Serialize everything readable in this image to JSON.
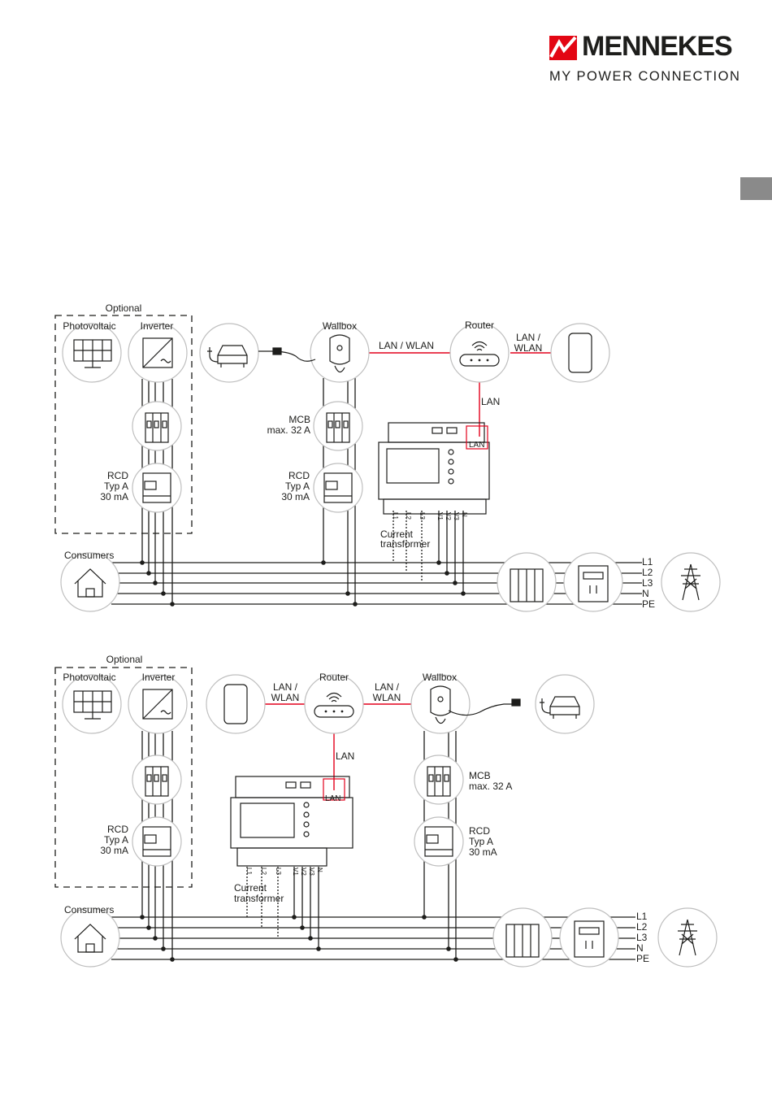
{
  "header": {
    "brand_name": "MENNEKES",
    "tagline": "MY POWER CONNECTION"
  },
  "colors": {
    "accent": "#e30613",
    "line": "#1d1d1b",
    "circle": "#bfbfbf",
    "side_tab": "#8a8a8a",
    "lan_line": "#e3001b"
  },
  "diagram_top": {
    "optional": "Optional",
    "photovoltaic": "Photovoltaic",
    "inverter": "Inverter",
    "wallbox": "Wallbox",
    "router": "Router",
    "lan_wlan_1": "LAN / WLAN",
    "lan_wlan_2a": "LAN /",
    "lan_wlan_2b": "WLAN",
    "lan": "LAN",
    "meter_lan": "LAN",
    "mcb_1": "MCB",
    "mcb_2": "max. 32 A",
    "rcd_left_1": "RCD",
    "rcd_left_2": "Typ A",
    "rcd_left_3": "30 mA",
    "rcd_mid_1": "RCD",
    "rcd_mid_2": "Typ A",
    "rcd_mid_3": "30 mA",
    "ct_1": "Current",
    "ct_2": "transformer",
    "consumers": "Consumers",
    "l1": "L1",
    "l2": "L2",
    "l3": "L3",
    "n": "N",
    "pe": "PE",
    "term_labels": [
      "L1",
      "L2",
      "L3",
      "V1",
      "V2",
      "V3",
      "N"
    ]
  },
  "diagram_bottom": {
    "optional": "Optional",
    "photovoltaic": "Photovoltaic",
    "inverter": "Inverter",
    "router": "Router",
    "wallbox": "Wallbox",
    "lan_wlan_left_a": "LAN /",
    "lan_wlan_left_b": "WLAN",
    "lan_wlan_right_a": "LAN /",
    "lan_wlan_right_b": "WLAN",
    "lan": "LAN",
    "meter_lan": "LAN",
    "mcb_1": "MCB",
    "mcb_2": "max. 32 A",
    "rcd_left_1": "RCD",
    "rcd_left_2": "Typ A",
    "rcd_left_3": "30 mA",
    "rcd_right_1": "RCD",
    "rcd_right_2": "Typ A",
    "rcd_right_3": "30 mA",
    "ct_1": "Current",
    "ct_2": "transformer",
    "consumers": "Consumers",
    "l1": "L1",
    "l2": "L2",
    "l3": "L3",
    "n": "N",
    "pe": "PE",
    "term_labels": [
      "L1",
      "L2",
      "L3",
      "V1",
      "V2",
      "V3",
      "N"
    ]
  }
}
